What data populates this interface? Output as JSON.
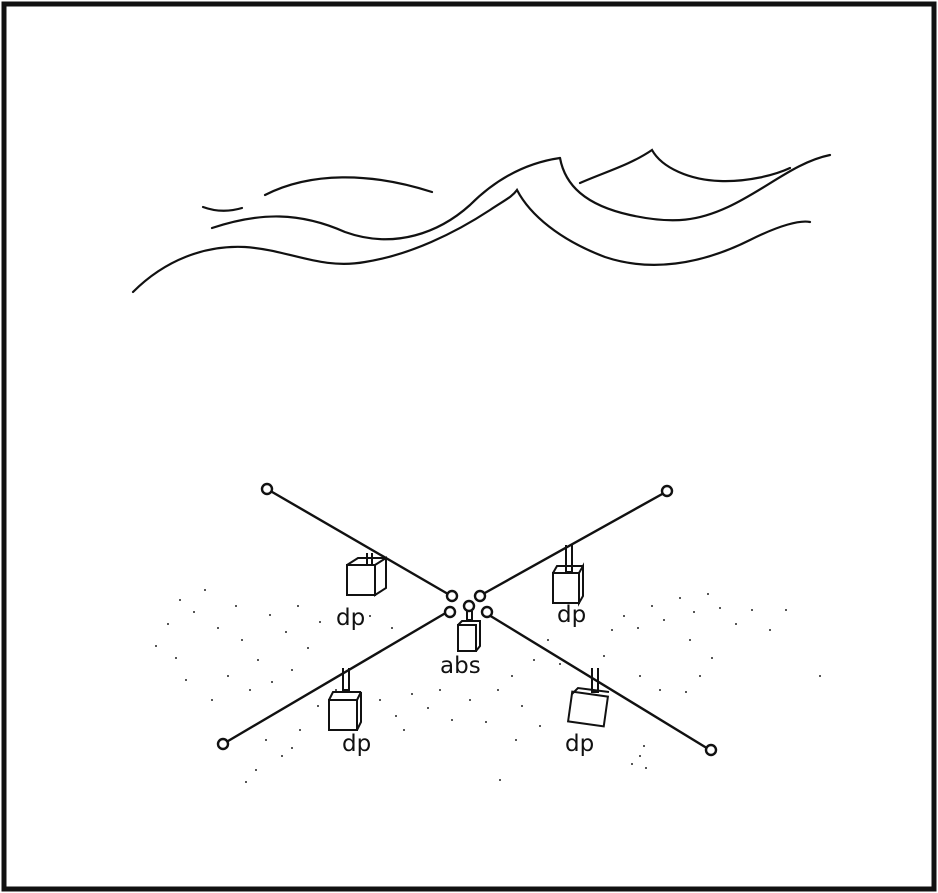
{
  "figure": {
    "labels": {
      "sensor_top_left": "dp",
      "sensor_top_right": "dp",
      "sensor_bottom_left": "dp",
      "sensor_bottom_right": "dp",
      "center_sensor": "abs"
    }
  },
  "colors": {
    "ink": "#111111",
    "background": "#ffffff"
  }
}
